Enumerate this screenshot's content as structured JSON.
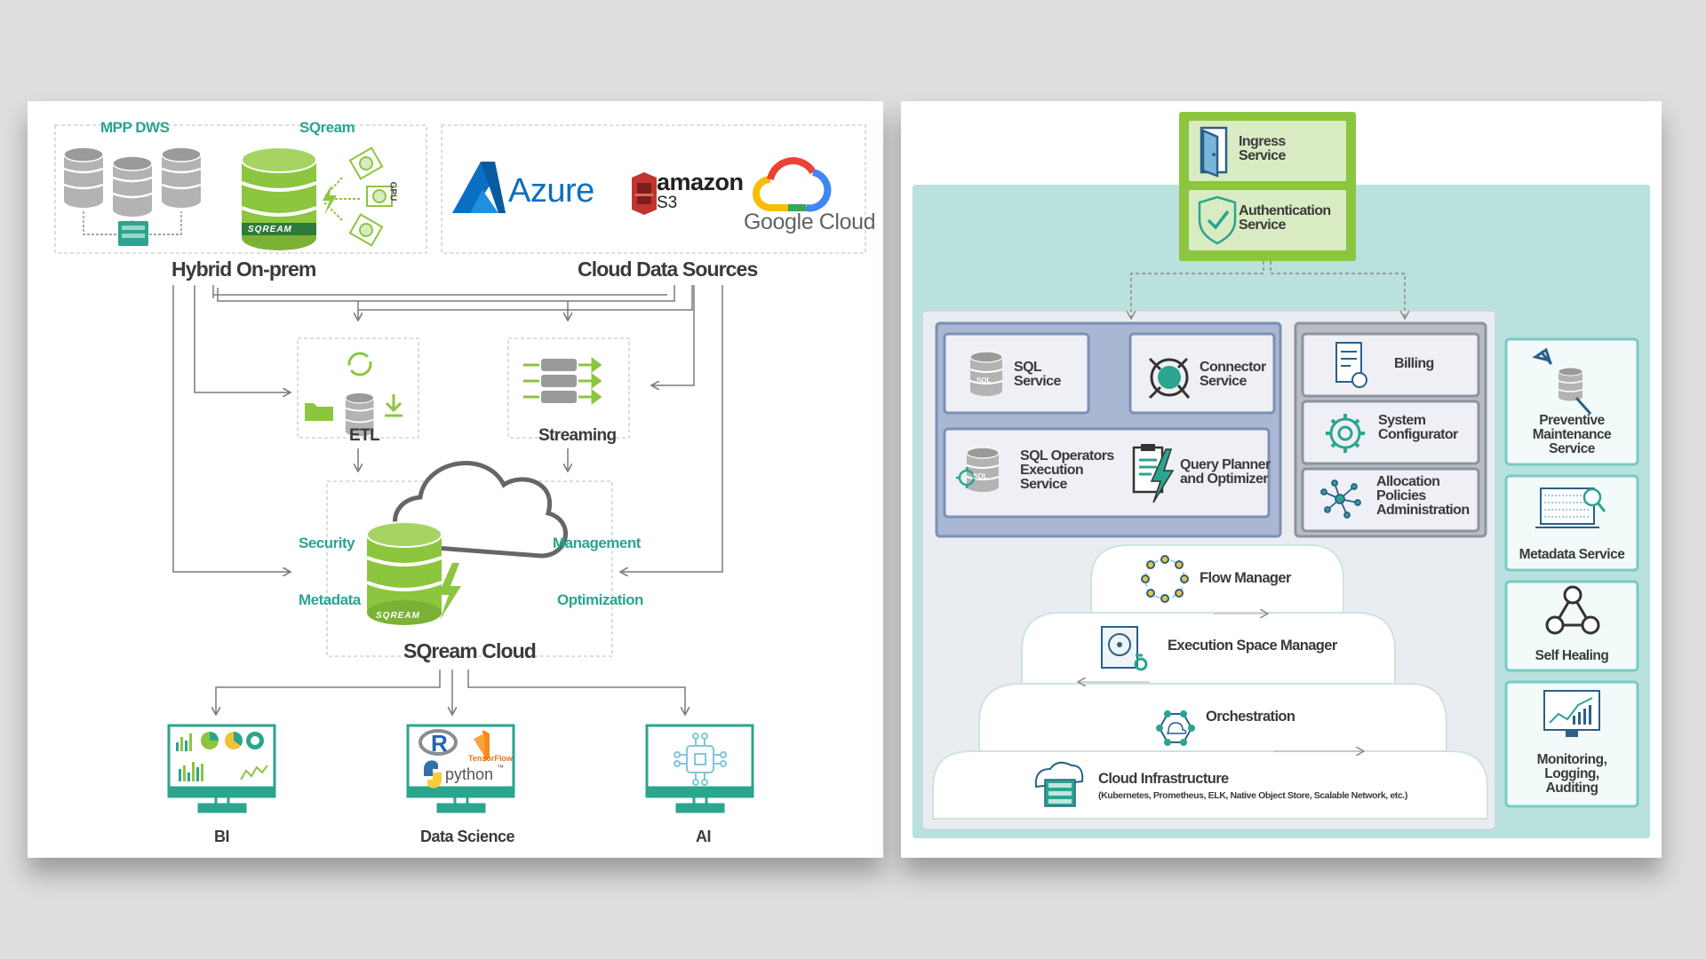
{
  "left": {
    "mpp_dws": "MPP DWS",
    "sqream": "SQream",
    "gpu": "GPU",
    "sqream_logo": "SQREAM",
    "hybrid": "Hybrid On-prem",
    "cloud_sources": "Cloud Data Sources",
    "azure": "Azure",
    "amazon": "amazon",
    "s3": "S3",
    "google_cloud": "Google Cloud",
    "etl": "ETL",
    "streaming": "Streaming",
    "security": "Security",
    "metadata": "Metadata",
    "management": "Management",
    "optimization": "Optimization",
    "sqream_cloud": "SQream Cloud",
    "bi": "BI",
    "data_science": "Data Science",
    "ai": "AI",
    "r": "R",
    "tensorflow": "TensorFlow",
    "python": "python",
    "python_tm": "™"
  },
  "right": {
    "ingress": [
      "Ingress",
      "Service"
    ],
    "authentication": [
      "Authentication",
      "Service"
    ],
    "sql_service": [
      "SQL",
      "Service"
    ],
    "connector_service": [
      "Connector",
      "Service"
    ],
    "sql_operators": [
      "SQL Operators",
      "Execution",
      "Service"
    ],
    "query_planner": [
      "Query Planner",
      "and Optimizer"
    ],
    "billing": "Billing",
    "system_configurator": [
      "System",
      "Configurator"
    ],
    "allocation": [
      "Allocation",
      "Policies",
      "Administration"
    ],
    "flow_manager": "Flow Manager",
    "execution_space_manager": "Execution Space Manager",
    "orchestration": "Orchestration",
    "cloud_infrastructure": "Cloud Infrastructure",
    "cloud_infrastructure_sub": "(Kubernetes, Prometheus, ELK, Native Object Store, Scalable Network, etc.)",
    "preventive": [
      "Preventive",
      "Maintenance",
      "Service"
    ],
    "metadata_service": "Metadata Service",
    "self_healing": "Self Healing",
    "monitoring": [
      "Monitoring,",
      "Logging,",
      "Auditing"
    ],
    "sql_badge": "SQL"
  },
  "colors": {
    "teal": "#2aa58e",
    "green": "#8cc63f",
    "green_light": "#d9ebc3",
    "cloud_bg": "#b9e1dd",
    "service_border": "#7c8fb6",
    "service_fill": "#aab7d3",
    "side_border": "#79c9c5",
    "db_grey": "#a9a9a9",
    "azure": "#0a6fc2",
    "aws": "#c1352e"
  }
}
